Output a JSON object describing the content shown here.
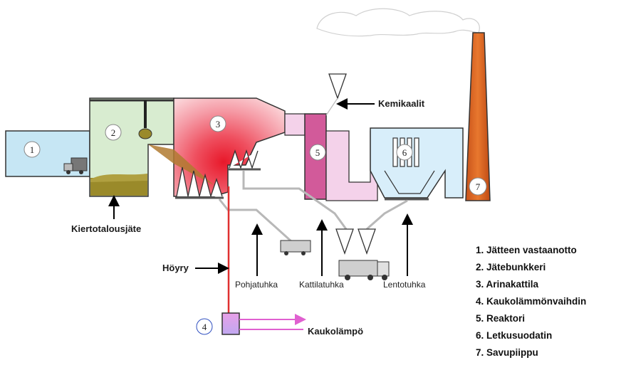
{
  "units": [
    {
      "number": "1"
    },
    {
      "number": "2"
    },
    {
      "number": "3"
    },
    {
      "number": "4"
    },
    {
      "number": "5"
    },
    {
      "number": "6"
    },
    {
      "number": "7"
    }
  ],
  "labels": {
    "kemikaalit": "Kemikaalit",
    "kiertotalousjate": "Kiertotalousjäte",
    "hoyry": "Höyry",
    "pohjatuhka": "Pohjatuhka",
    "kattilatuhka": "Kattilatuhka",
    "lentotuhka": "Lentotuhka",
    "kaukolampo": "Kaukolämpö"
  },
  "legend": [
    "1. Jätteen vastaanotto",
    "2. Jätebunkkeri",
    "3. Arinakattila",
    "4. Kaukolämmönvaihdin",
    "5. Reaktori",
    "6. Letkusuodatin",
    "7. Savupiippu"
  ],
  "colors": {
    "reception": "#c6e6f4",
    "bunker": "#d8ecd0",
    "waste_pile": "#9a8a2a",
    "boiler_core": "#e8202a",
    "boiler_outer": "#f7c6cc",
    "reactor": "#d25a9a",
    "duct": "#f4d2ea",
    "filter": "#d8eefa",
    "chimney": "#d8621e",
    "steam_line": "#e03030",
    "heat_arrow": "#e060d0"
  }
}
